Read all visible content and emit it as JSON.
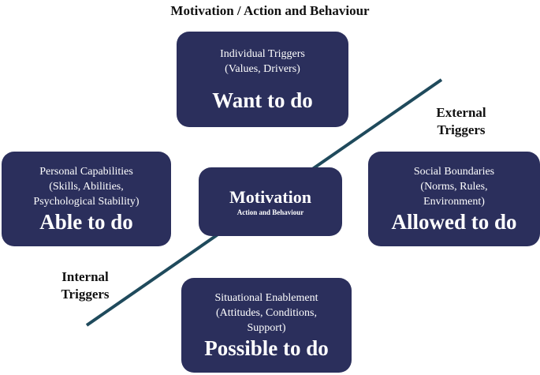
{
  "title": "Motivation / Action and Behaviour",
  "boxes": {
    "top": {
      "subtitle_line1": "Individual Triggers",
      "subtitle_line2": "(Values, Drivers)",
      "heading": "Want to do"
    },
    "left": {
      "subtitle_line1": "Personal Capabilities",
      "subtitle_line2": "(Skills, Abilities,",
      "subtitle_line3": "Psychological Stability)",
      "heading": "Able to do"
    },
    "right": {
      "subtitle_line1": "Social Boundaries",
      "subtitle_line2": "(Norms, Rules,",
      "subtitle_line3": "Environment)",
      "heading": "Allowed to do"
    },
    "center": {
      "heading": "Motivation",
      "subtitle": "Action and Behaviour"
    },
    "bottom": {
      "subtitle_line1": "Situational Enablement",
      "subtitle_line2": "(Attitudes, Conditions,",
      "subtitle_line3": "Support)",
      "heading": "Possible to do"
    }
  },
  "labels": {
    "external_line1": "External",
    "external_line2": "Triggers",
    "internal_line1": "Internal",
    "internal_line2": "Triggers"
  },
  "colors": {
    "box_fill": "#2b2f5c",
    "divider_line": "#1f4a5c",
    "text_dark": "#111111"
  }
}
